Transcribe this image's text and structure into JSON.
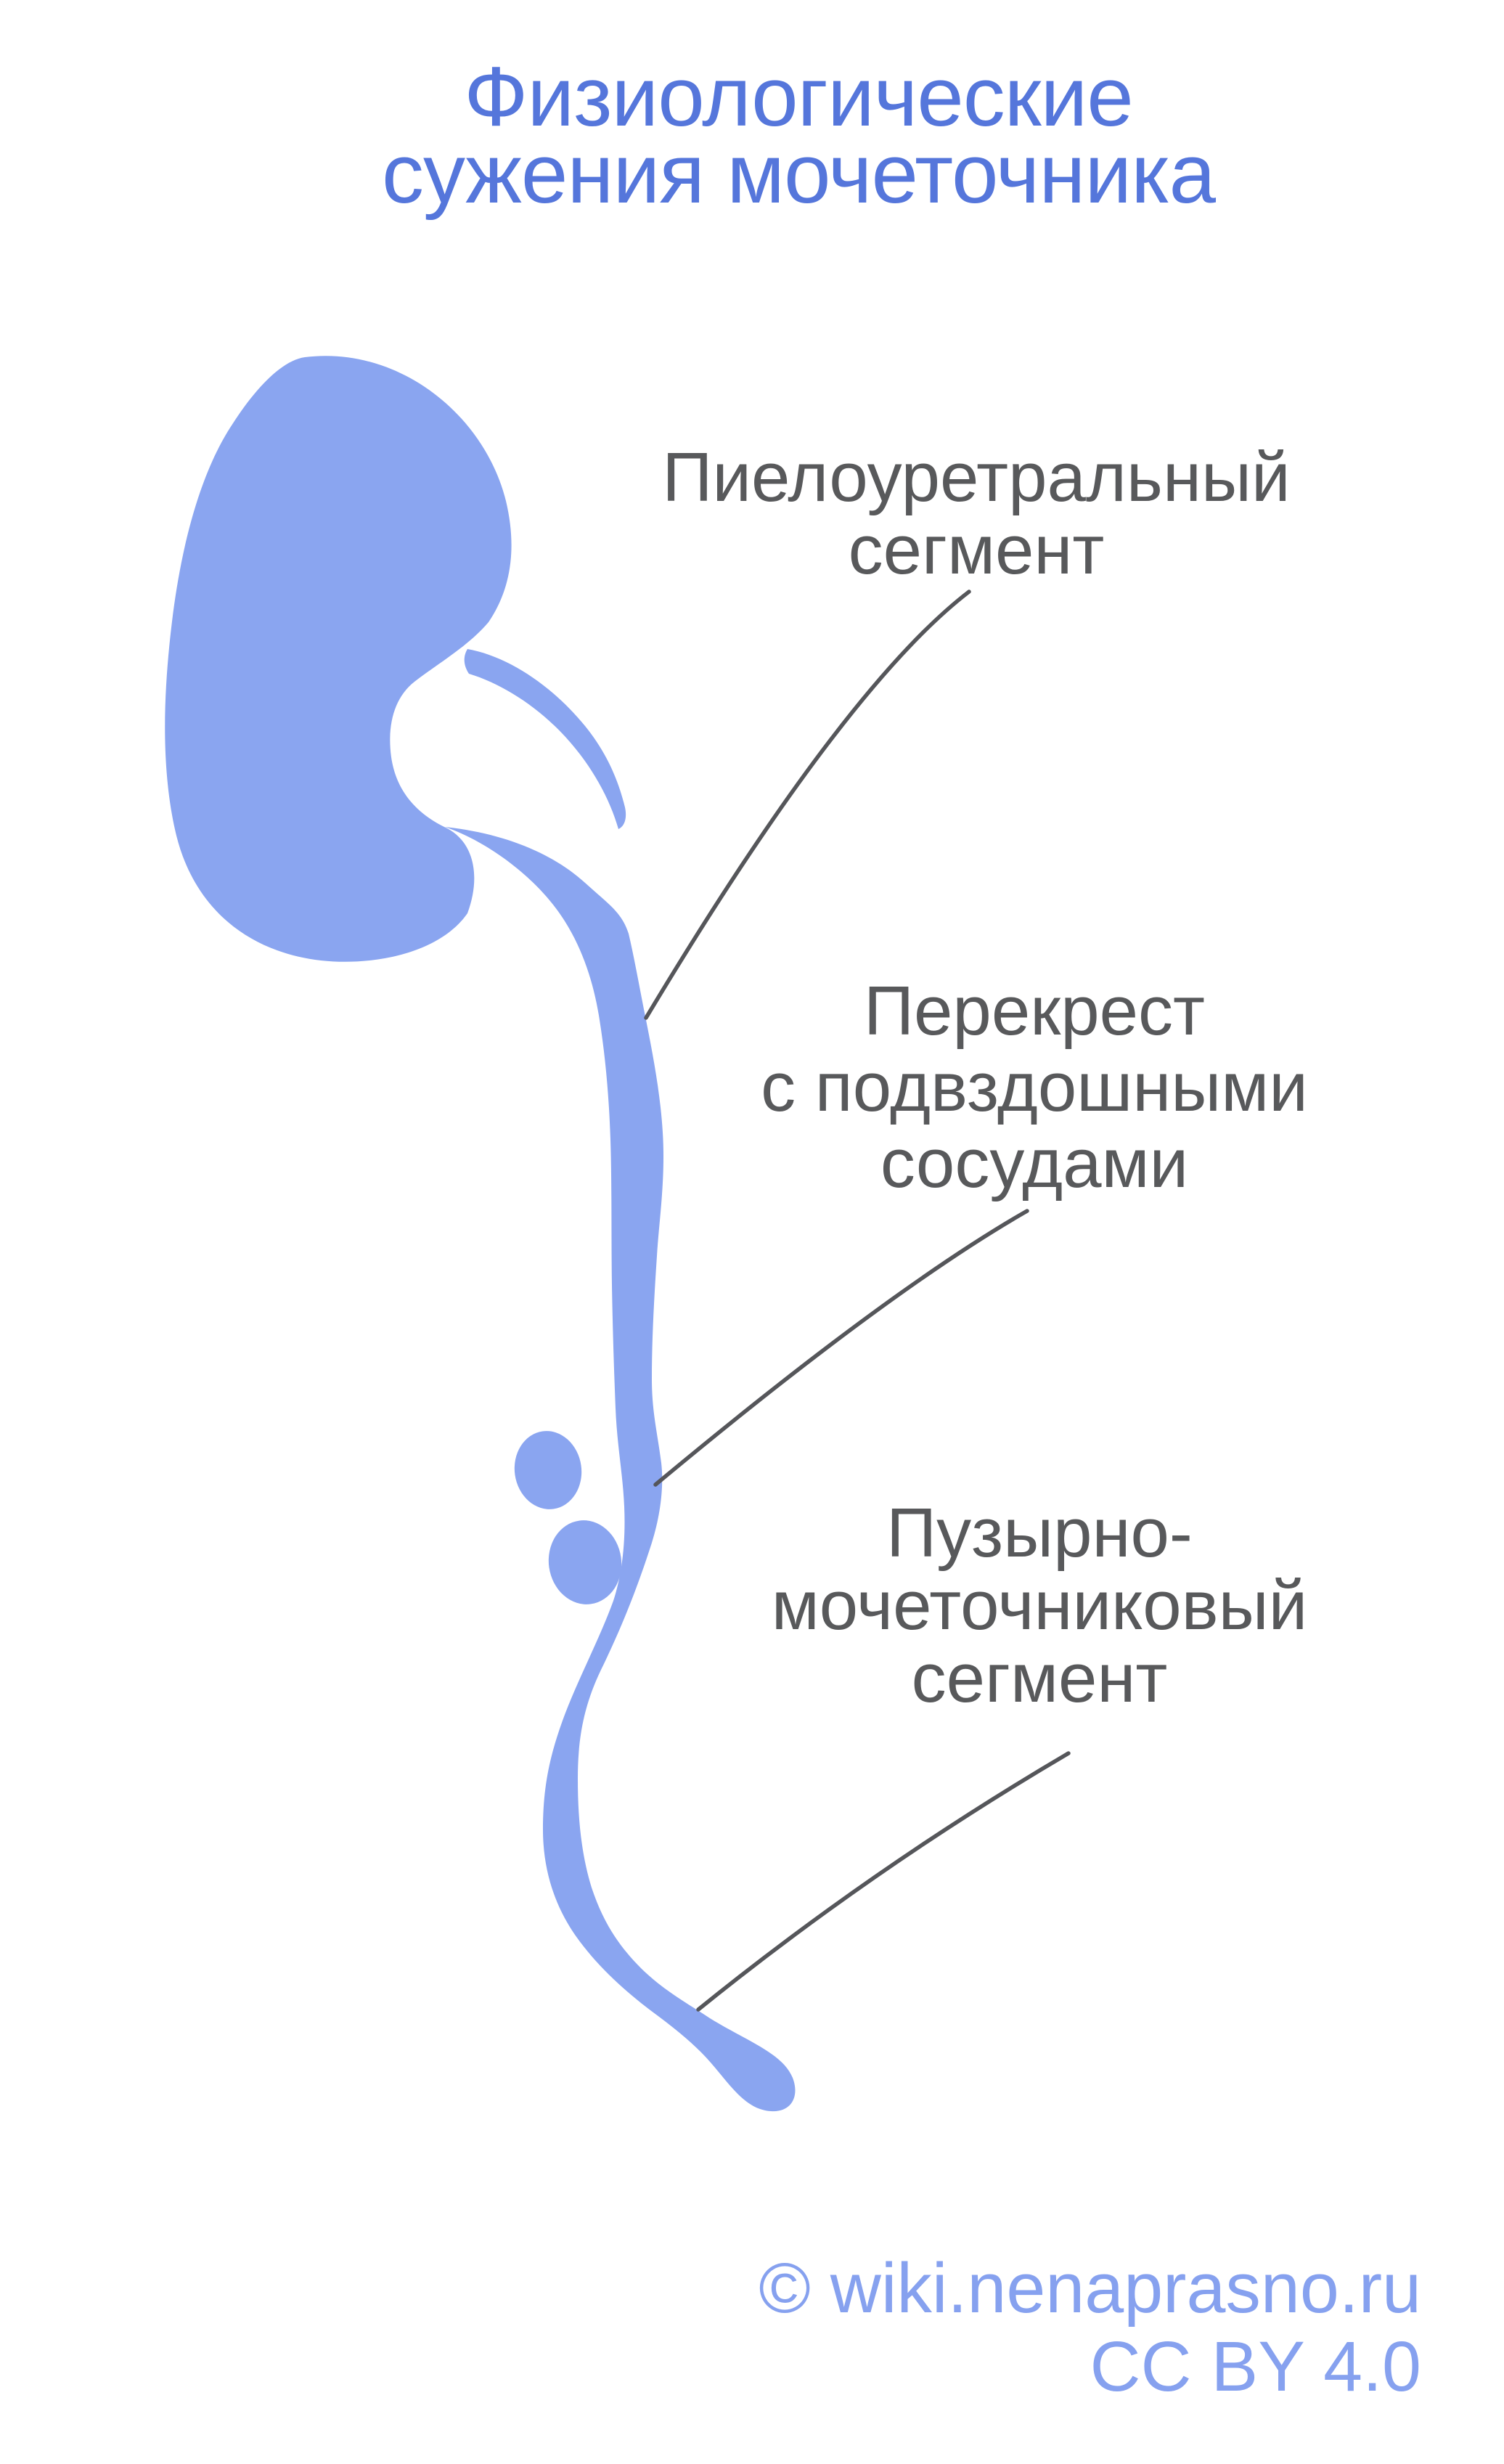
{
  "title": {
    "line1": "Физиологические",
    "line2": "сужения мочеточника"
  },
  "annotations": [
    {
      "id": "pyeloureteral-segment",
      "lines": [
        "Пиелоуретральный",
        "сегмент"
      ]
    },
    {
      "id": "iliac-vessels-crossing",
      "lines": [
        "Перекрест",
        "с подвздошными",
        "сосудами"
      ]
    },
    {
      "id": "vesicoureteral-segment",
      "lines": [
        "Пузырно-",
        "мочеточниковый",
        "сегмент"
      ]
    }
  ],
  "figure": {
    "parts": [
      "kidney",
      "upper-calyx-arm",
      "renal-pelvis-and-ureter",
      "iliac-vessel-upper",
      "iliac-vessel-lower"
    ],
    "pointer_count": 3
  },
  "attribution": {
    "line1": "© wiki.nenaprasno.ru",
    "line2": "CC BY 4.0"
  },
  "colors": {
    "artwork": "#8AA5F0",
    "title": "#5576DB",
    "label": "#58595B",
    "pointer": "#55565A",
    "attribution": "#86A1EF",
    "background": "#FFFFFF"
  }
}
